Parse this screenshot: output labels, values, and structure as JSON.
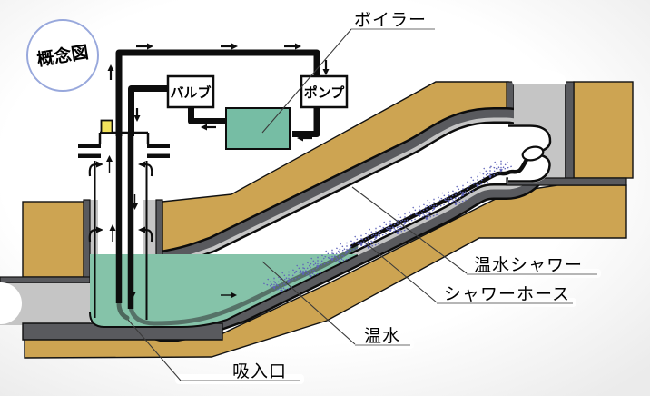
{
  "diagram": {
    "title": "概念図",
    "boxes": {
      "valve": "バルブ",
      "pump": "ポンプ"
    },
    "labels": {
      "boiler": "ボイラー",
      "hot_water_shower": "温水シャワー",
      "shower_hose": "シャワーホース",
      "hot_water": "温水",
      "suction_inlet": "吸入口"
    },
    "colors": {
      "ground": "#cda452",
      "lining_dark": "#595a5e",
      "lining_light": "#c5c5c5",
      "water": "#85c3a9",
      "boiler_fill": "#76bda4",
      "spray": "#5f63b8",
      "hose_underwater": "#567268",
      "wellhead_marker": "#f2e25c",
      "title_circle_border": "#98a8dc"
    }
  }
}
